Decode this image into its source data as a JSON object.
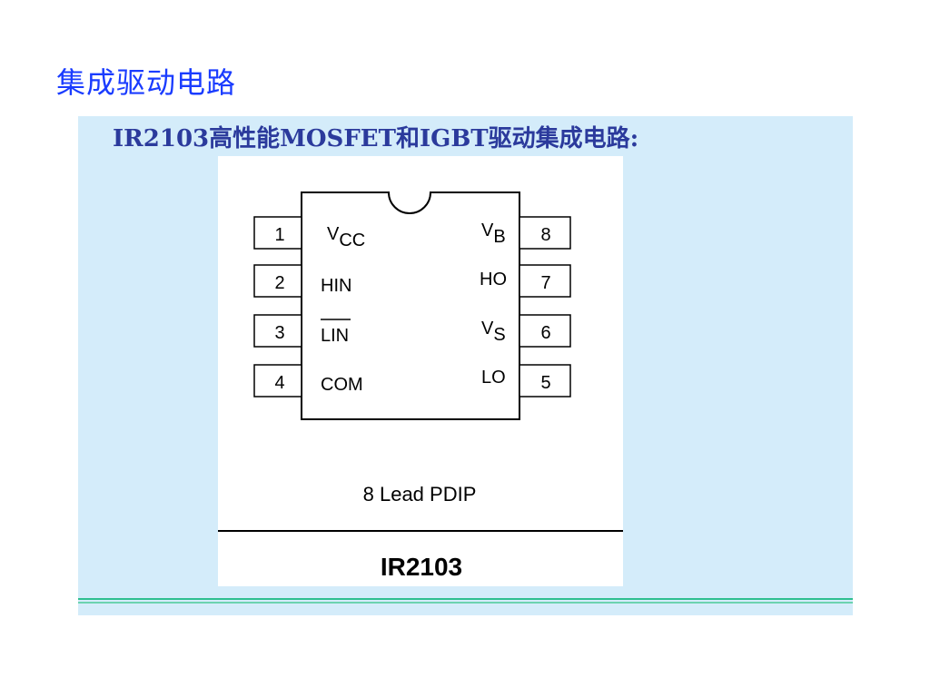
{
  "page": {
    "title": "集成驱动电路"
  },
  "panel": {
    "title": "IR2103高性能MOSFET和IGBT驱动集成电路:"
  },
  "chip": {
    "package_label": "8 Lead PDIP",
    "part_number": "IR2103",
    "left_pins": [
      {
        "number": "1",
        "name": "V",
        "sub": "CC"
      },
      {
        "number": "2",
        "name": "HIN",
        "sub": ""
      },
      {
        "number": "3",
        "name": "LIN",
        "sub": ""
      },
      {
        "number": "4",
        "name": "COM",
        "sub": ""
      }
    ],
    "right_pins": [
      {
        "number": "8",
        "name": "V",
        "sub": "B"
      },
      {
        "number": "7",
        "name": "HO",
        "sub": ""
      },
      {
        "number": "6",
        "name": "V",
        "sub": "S"
      },
      {
        "number": "5",
        "name": "LO",
        "sub": ""
      }
    ]
  },
  "colors": {
    "title": "#1a3cff",
    "panel_bg": "#d4ecfa",
    "panel_title": "#2b3a9c",
    "footer_line": "#2fbf8f"
  }
}
